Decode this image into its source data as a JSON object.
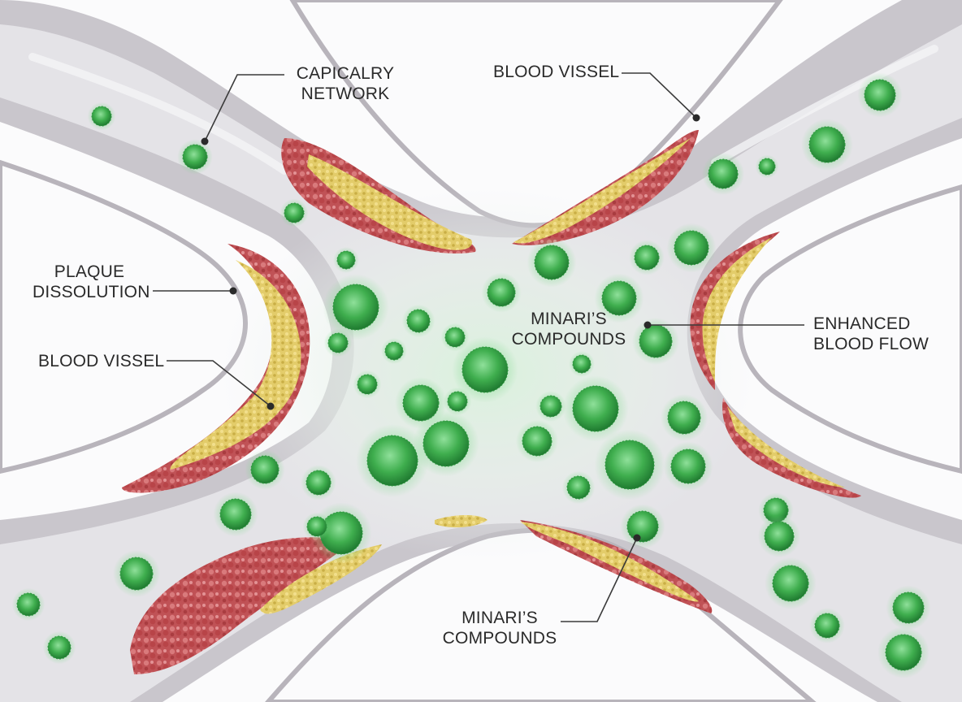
{
  "labels": {
    "capillary_network": {
      "line1": "CAPICALRY",
      "line2": "NETWORK"
    },
    "blood_vessel_top": "BLOOD VISSEL",
    "plaque_dissolution": {
      "line1": "PLAQUE",
      "line2": "DISSOLUTION"
    },
    "blood_vessel_left": "BLOOD VISSEL",
    "compounds_center": {
      "line1": "MINARI’S",
      "line2": "COMPOUNDS"
    },
    "enhanced_flow": {
      "line1": "ENHANCED",
      "line2": "BLOOD FLOW"
    },
    "compounds_bottom": {
      "line1": "MINARI’S",
      "line2": "COMPOUNDS"
    }
  },
  "colors": {
    "vessel_wall": "#c9c6cc",
    "vessel_lumen": "#e4e3e7",
    "plaque_red": "#c05256",
    "plaque_yellow": "#e3cc6a",
    "compound_green": "#3fae4e",
    "leader_line": "#3a3a3a"
  },
  "icons": {
    "compound": "green-particle-icon",
    "leader_dot": "leader-dot-icon"
  }
}
